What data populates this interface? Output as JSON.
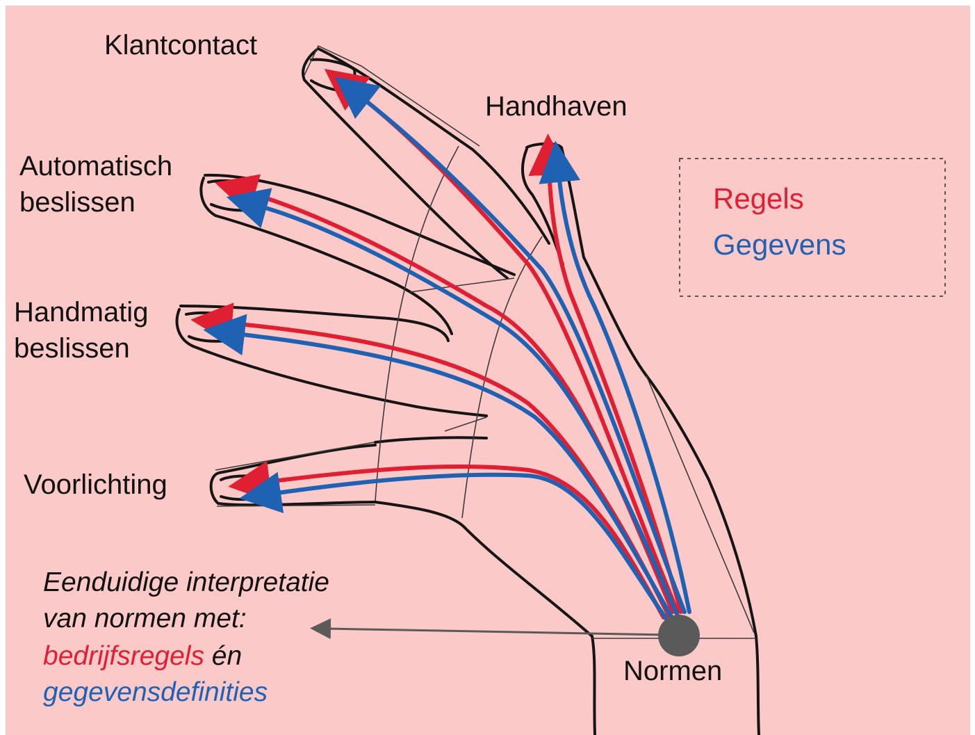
{
  "colors": {
    "background": "#fbc9c8",
    "regels": "#e01f33",
    "gegevens": "#1f62b4",
    "outline": "#151515",
    "hub": "#5a5a5a"
  },
  "fingers": {
    "klantcontact": "Klantcontact",
    "handhaven": "Handhaven",
    "automatisch_line1": "Automatisch",
    "automatisch_line2": "beslissen",
    "handmatig_line1": "Handmatig",
    "handmatig_line2": "beslissen",
    "voorlichting": "Voorlichting"
  },
  "legend": {
    "regels": "Regels",
    "gegevens": "Gegevens"
  },
  "hub": {
    "label": "Normen"
  },
  "note": {
    "line1": "Eenduidige interpretatie",
    "line2": "van normen met:",
    "bedrijfsregels": "bedrijfsregels",
    "en": " én",
    "gegevensdefinities": "gegevensdefinities"
  }
}
